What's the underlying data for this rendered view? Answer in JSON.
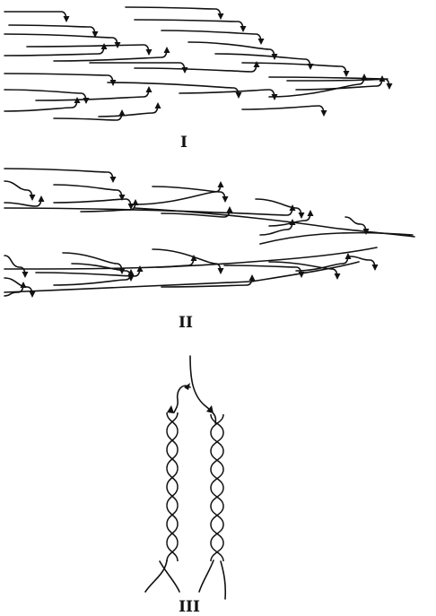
{
  "panels": [
    {
      "label": "I"
    },
    {
      "label": "II"
    },
    {
      "label": "III"
    }
  ],
  "colors": {
    "ink": "#111111",
    "paper": "#ffffff"
  }
}
